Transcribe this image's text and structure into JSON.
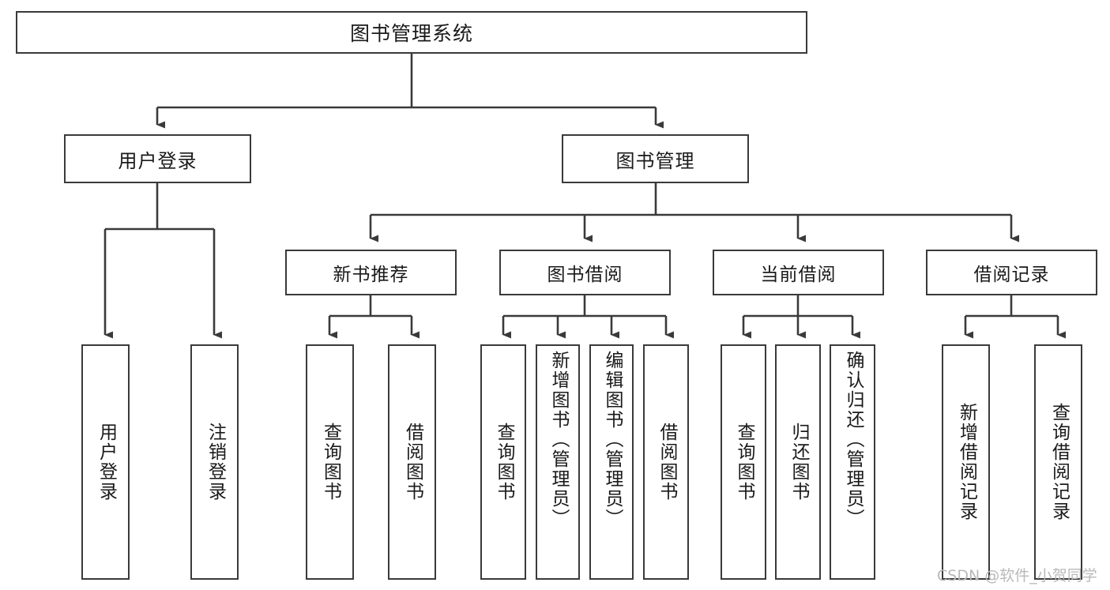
{
  "diagram": {
    "title": "图书管理系统",
    "type": "tree-hierarchy-chart",
    "orientation": "top-down",
    "colors": {
      "box_border": "#3a3a3a",
      "box_fill": "#ffffff",
      "connector": "#3a3a3a",
      "text": "#1a1a1a",
      "watermark": "#b9b9b9",
      "background": "#ffffff"
    },
    "watermark": "CSDN @软件_小贺同学",
    "root": {
      "label": "图书管理系统"
    },
    "level1": [
      {
        "id": "user-login",
        "label": "用户登录"
      },
      {
        "id": "book-management",
        "label": "图书管理"
      }
    ],
    "level2": [
      {
        "id": "new-book-recommend",
        "label": "新书推荐",
        "parent": "book-management"
      },
      {
        "id": "book-borrow",
        "label": "图书借阅",
        "parent": "book-management"
      },
      {
        "id": "current-borrow",
        "label": "当前借阅",
        "parent": "book-management"
      },
      {
        "id": "borrow-record",
        "label": "借阅记录",
        "parent": "book-management"
      }
    ],
    "leaves": {
      "user_login": [
        {
          "id": "leaf-user-login",
          "label": "用户登录"
        },
        {
          "id": "leaf-logout-login",
          "label": "注销登录"
        }
      ],
      "new_book_recommend": [
        {
          "id": "leaf-query-book-1",
          "label": "查询图书"
        },
        {
          "id": "leaf-borrow-book-1",
          "label": "借阅图书"
        }
      ],
      "book_borrow": [
        {
          "id": "leaf-query-book-2",
          "label": "查询图书"
        },
        {
          "id": "leaf-add-book",
          "label": "新增图书（管理员）"
        },
        {
          "id": "leaf-edit-book",
          "label": "编辑图书（管理员）"
        },
        {
          "id": "leaf-borrow-book-2",
          "label": "借阅图书"
        }
      ],
      "current_borrow": [
        {
          "id": "leaf-query-book-3",
          "label": "查询图书"
        },
        {
          "id": "leaf-return-book",
          "label": "归还图书"
        },
        {
          "id": "leaf-confirm-return",
          "label": "确认归还（管理员）"
        }
      ],
      "borrow_record": [
        {
          "id": "leaf-add-record",
          "label": "新增借阅记录"
        },
        {
          "id": "leaf-query-record",
          "label": "查询借阅记录"
        }
      ]
    }
  }
}
